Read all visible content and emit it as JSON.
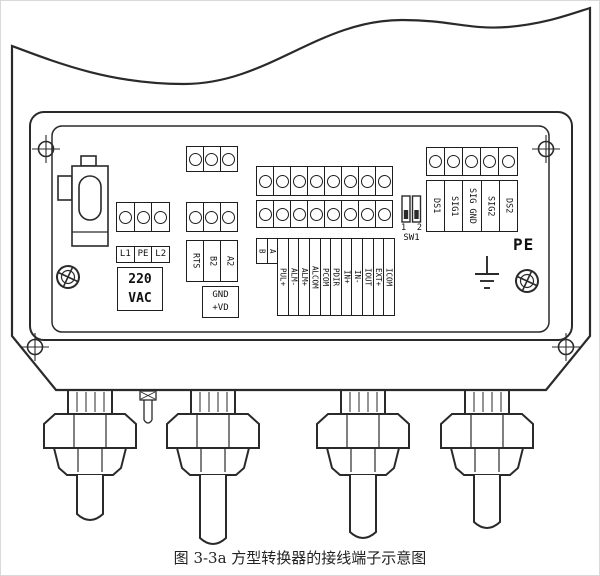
{
  "caption": "图 3-3a 方型转换器的接线端子示意图",
  "panel": {
    "power_terminals": [
      "L1",
      "PE",
      "L2"
    ],
    "power_rating": {
      "line1": "220",
      "line2": "VAC"
    },
    "comm_terminals": [
      "RTS",
      "B2",
      "A2"
    ],
    "comm_aux": [
      "GND",
      "+VD"
    ],
    "io_short": [
      "B",
      "A"
    ],
    "io_terminals": [
      "PUL+",
      "ALM-",
      "ALM+",
      "ALCOM",
      "PCOM",
      "PDIR",
      "IN+",
      "IN-",
      "IOUT",
      "EXT+",
      "ICOM"
    ],
    "sensor_terminals": [
      "DS1",
      "SIG1",
      "SIG GND",
      "SIG2",
      "DS2"
    ],
    "dip_switch": {
      "positions": [
        "1",
        "2"
      ],
      "label": "SW1"
    },
    "ground_label": "PE"
  },
  "colors": {
    "line": "#2a2a2a",
    "text": "#111111"
  }
}
